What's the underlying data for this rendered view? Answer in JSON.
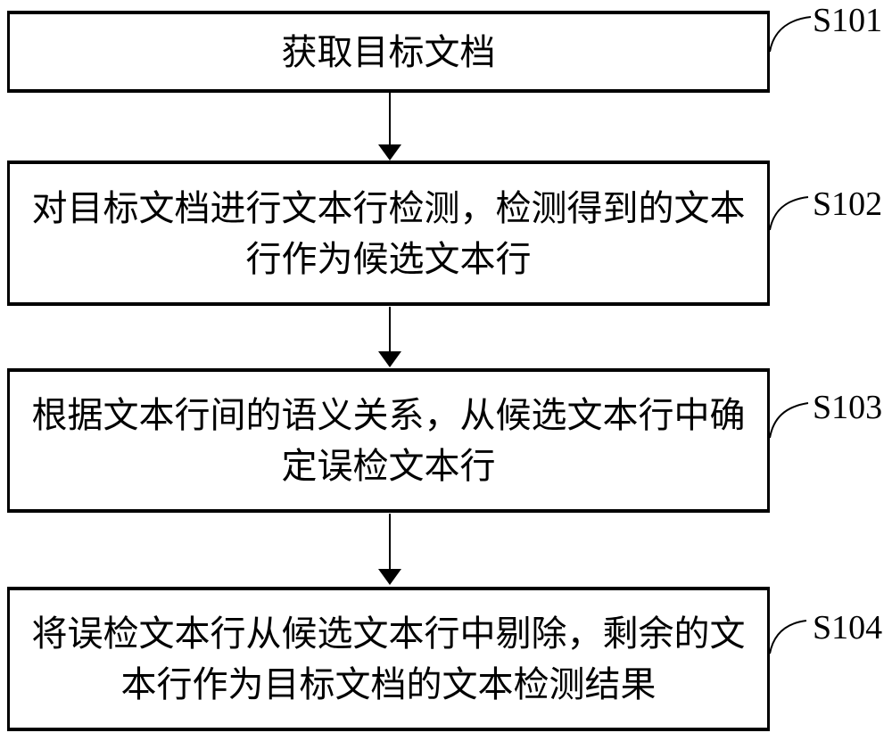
{
  "figure": {
    "background_color": "#ffffff",
    "line_color": "#000000",
    "text_color": "#000000"
  },
  "steps": [
    {
      "id": "S101",
      "text": "获取目标文档",
      "lines": [
        "获取目标文档"
      ]
    },
    {
      "id": "S102",
      "text": "对目标文档进行文本行检测，检测得到的文本行作为候选文本行",
      "lines": [
        "对目标文档进行文本行检测，检测得到的文本",
        "行作为候选文本行"
      ]
    },
    {
      "id": "S103",
      "text": "根据文本行间的语义关系，从候选文本行中确定误检文本行",
      "lines": [
        "根据文本行间的语义关系，从候选文本行中确",
        "定误检文本行"
      ]
    },
    {
      "id": "S104",
      "text": "将误检文本行从候选文本行中剔除，剩余的文本行作为目标文档的文本检测结果",
      "lines": [
        "将误检文本行从候选文本行中剔除，剩余的文",
        "本行作为目标文档的文本检测结果"
      ]
    }
  ]
}
